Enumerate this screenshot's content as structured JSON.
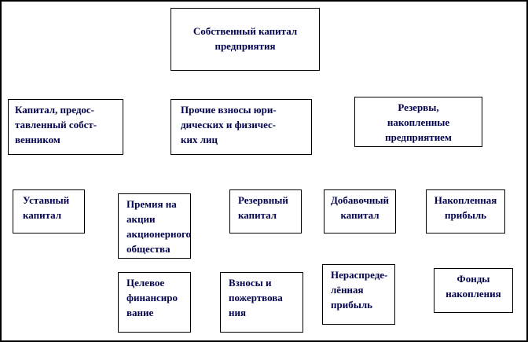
{
  "diagram_title": "Собственный капитал предприятия",
  "colors": {
    "background": "#ffffff",
    "box_border": "#000000",
    "text": "#00004d"
  },
  "nodes": {
    "root": {
      "label": "Собственный капитал\nпредприятия"
    },
    "owner_capital": {
      "label": "Капитал, предос-\nтавленный собст-\nвенником"
    },
    "other_contrib": {
      "label": "Прочие взносы юри-\nдических и физичес-\nких лиц"
    },
    "reserves": {
      "label": "Резервы,\nнакопленные\nпредприятием"
    },
    "authorized": {
      "label": "Уставный\nкапитал"
    },
    "share_premium": {
      "label": "Премия на\nакции\nакционерного\nобщества"
    },
    "reserve_capital": {
      "label": "Резервный\nкапитал"
    },
    "additional": {
      "label": "Добавочный\nкапитал"
    },
    "accum_profit": {
      "label": "Накопленная\nприбыль"
    },
    "targeted_fin": {
      "label": "Целевое\nфинансиро\nвание"
    },
    "donations": {
      "label": "Взносы и\nпожертвова\nния"
    },
    "retained": {
      "label": "Нераспреде-\nлённая\nприбыль"
    },
    "accum_funds": {
      "label": "Фонды\nнакопления"
    }
  }
}
